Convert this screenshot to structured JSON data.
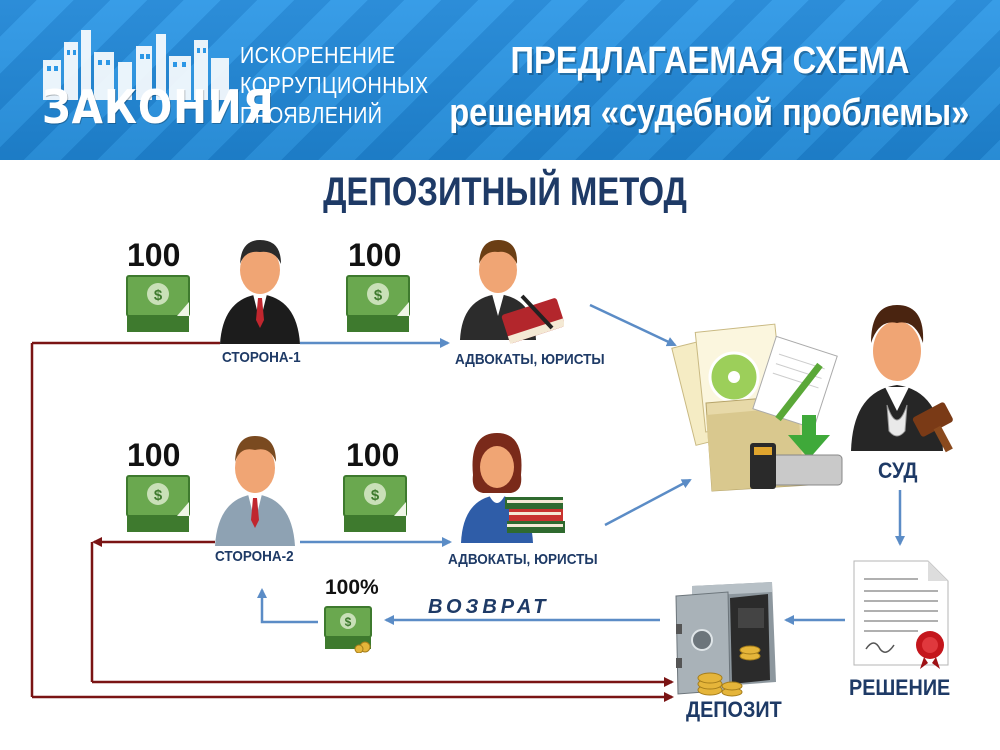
{
  "header": {
    "logo": "ЗАКОНИЯ",
    "slogan": [
      "ИСКОРЕНЕНИЕ",
      "КОРРУПЦИОННЫХ",
      "ПРОЯВЛЕНИЙ"
    ],
    "title_line1": "ПРЕДЛАГАЕМАЯ СХЕМА",
    "title_line2": "решения «судебной проблемы»"
  },
  "method_title": "ДЕПОЗИТНЫЙ МЕТОД",
  "amounts": {
    "party1_money": "100",
    "lawyers1_money": "100",
    "party2_money": "100",
    "lawyers2_money": "100",
    "refund_money": "100%"
  },
  "labels": {
    "party1": "СТОРОНА-1",
    "party2": "СТОРОНА-2",
    "lawyers1": "АДВОКАТЫ, ЮРИСТЫ",
    "lawyers2": "АДВОКАТЫ, ЮРИСТЫ",
    "court": "СУД",
    "decision": "РЕШЕНИЕ",
    "deposit": "ДЕПОЗИТ",
    "refund": "ВОЗВРАТ"
  },
  "icons": {
    "party1": "businessman-icon",
    "party2": "businessman-icon",
    "lawyers1": "lawyer-with-book-icon",
    "lawyers2": "female-lawyer-with-books-icon",
    "documents": "documents-folder-icon",
    "court": "judge-with-gavel-icon",
    "decision": "certificate-document-icon",
    "deposit": "safe-with-coins-icon",
    "money": "money-stack-icon"
  },
  "colors": {
    "banner": "#2c97e6",
    "dark_blue_text": "#1e3a66",
    "blue_arrow": "#5b8cc6",
    "red_arrow": "#7a1414",
    "money": "#4e8a3a"
  }
}
